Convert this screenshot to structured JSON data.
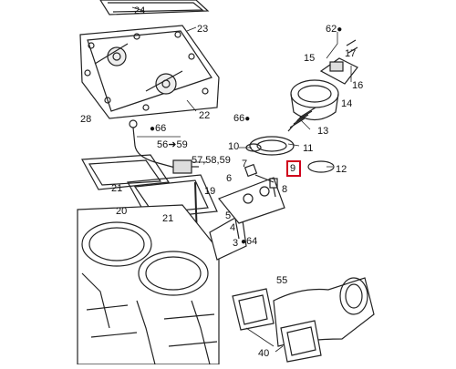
{
  "diagram": {
    "callouts": {
      "c24": "24",
      "c23": "23",
      "c62": "62",
      "c17": "17",
      "c15": "15",
      "c16": "16",
      "c14": "14",
      "c22": "22",
      "c28": "28",
      "c66a": "66",
      "c66b": "66",
      "c56": "56",
      "c59": "59",
      "c57": "57,58,59",
      "c10": "10",
      "c13": "13",
      "c11": "11",
      "c12": "12",
      "c9": "9",
      "c7": "7",
      "c6": "6",
      "c8": "8",
      "c21a": "21",
      "c21b": "21",
      "c20": "20",
      "c19": "19",
      "c5": "5",
      "c4": "4",
      "c3": "3",
      "c64": "64",
      "c55": "55",
      "c40": "40"
    },
    "highlight_color": "#d0021b",
    "line_color": "#222222",
    "icons": [
      "sealant-drop-icon",
      "arrow-right-icon"
    ]
  }
}
